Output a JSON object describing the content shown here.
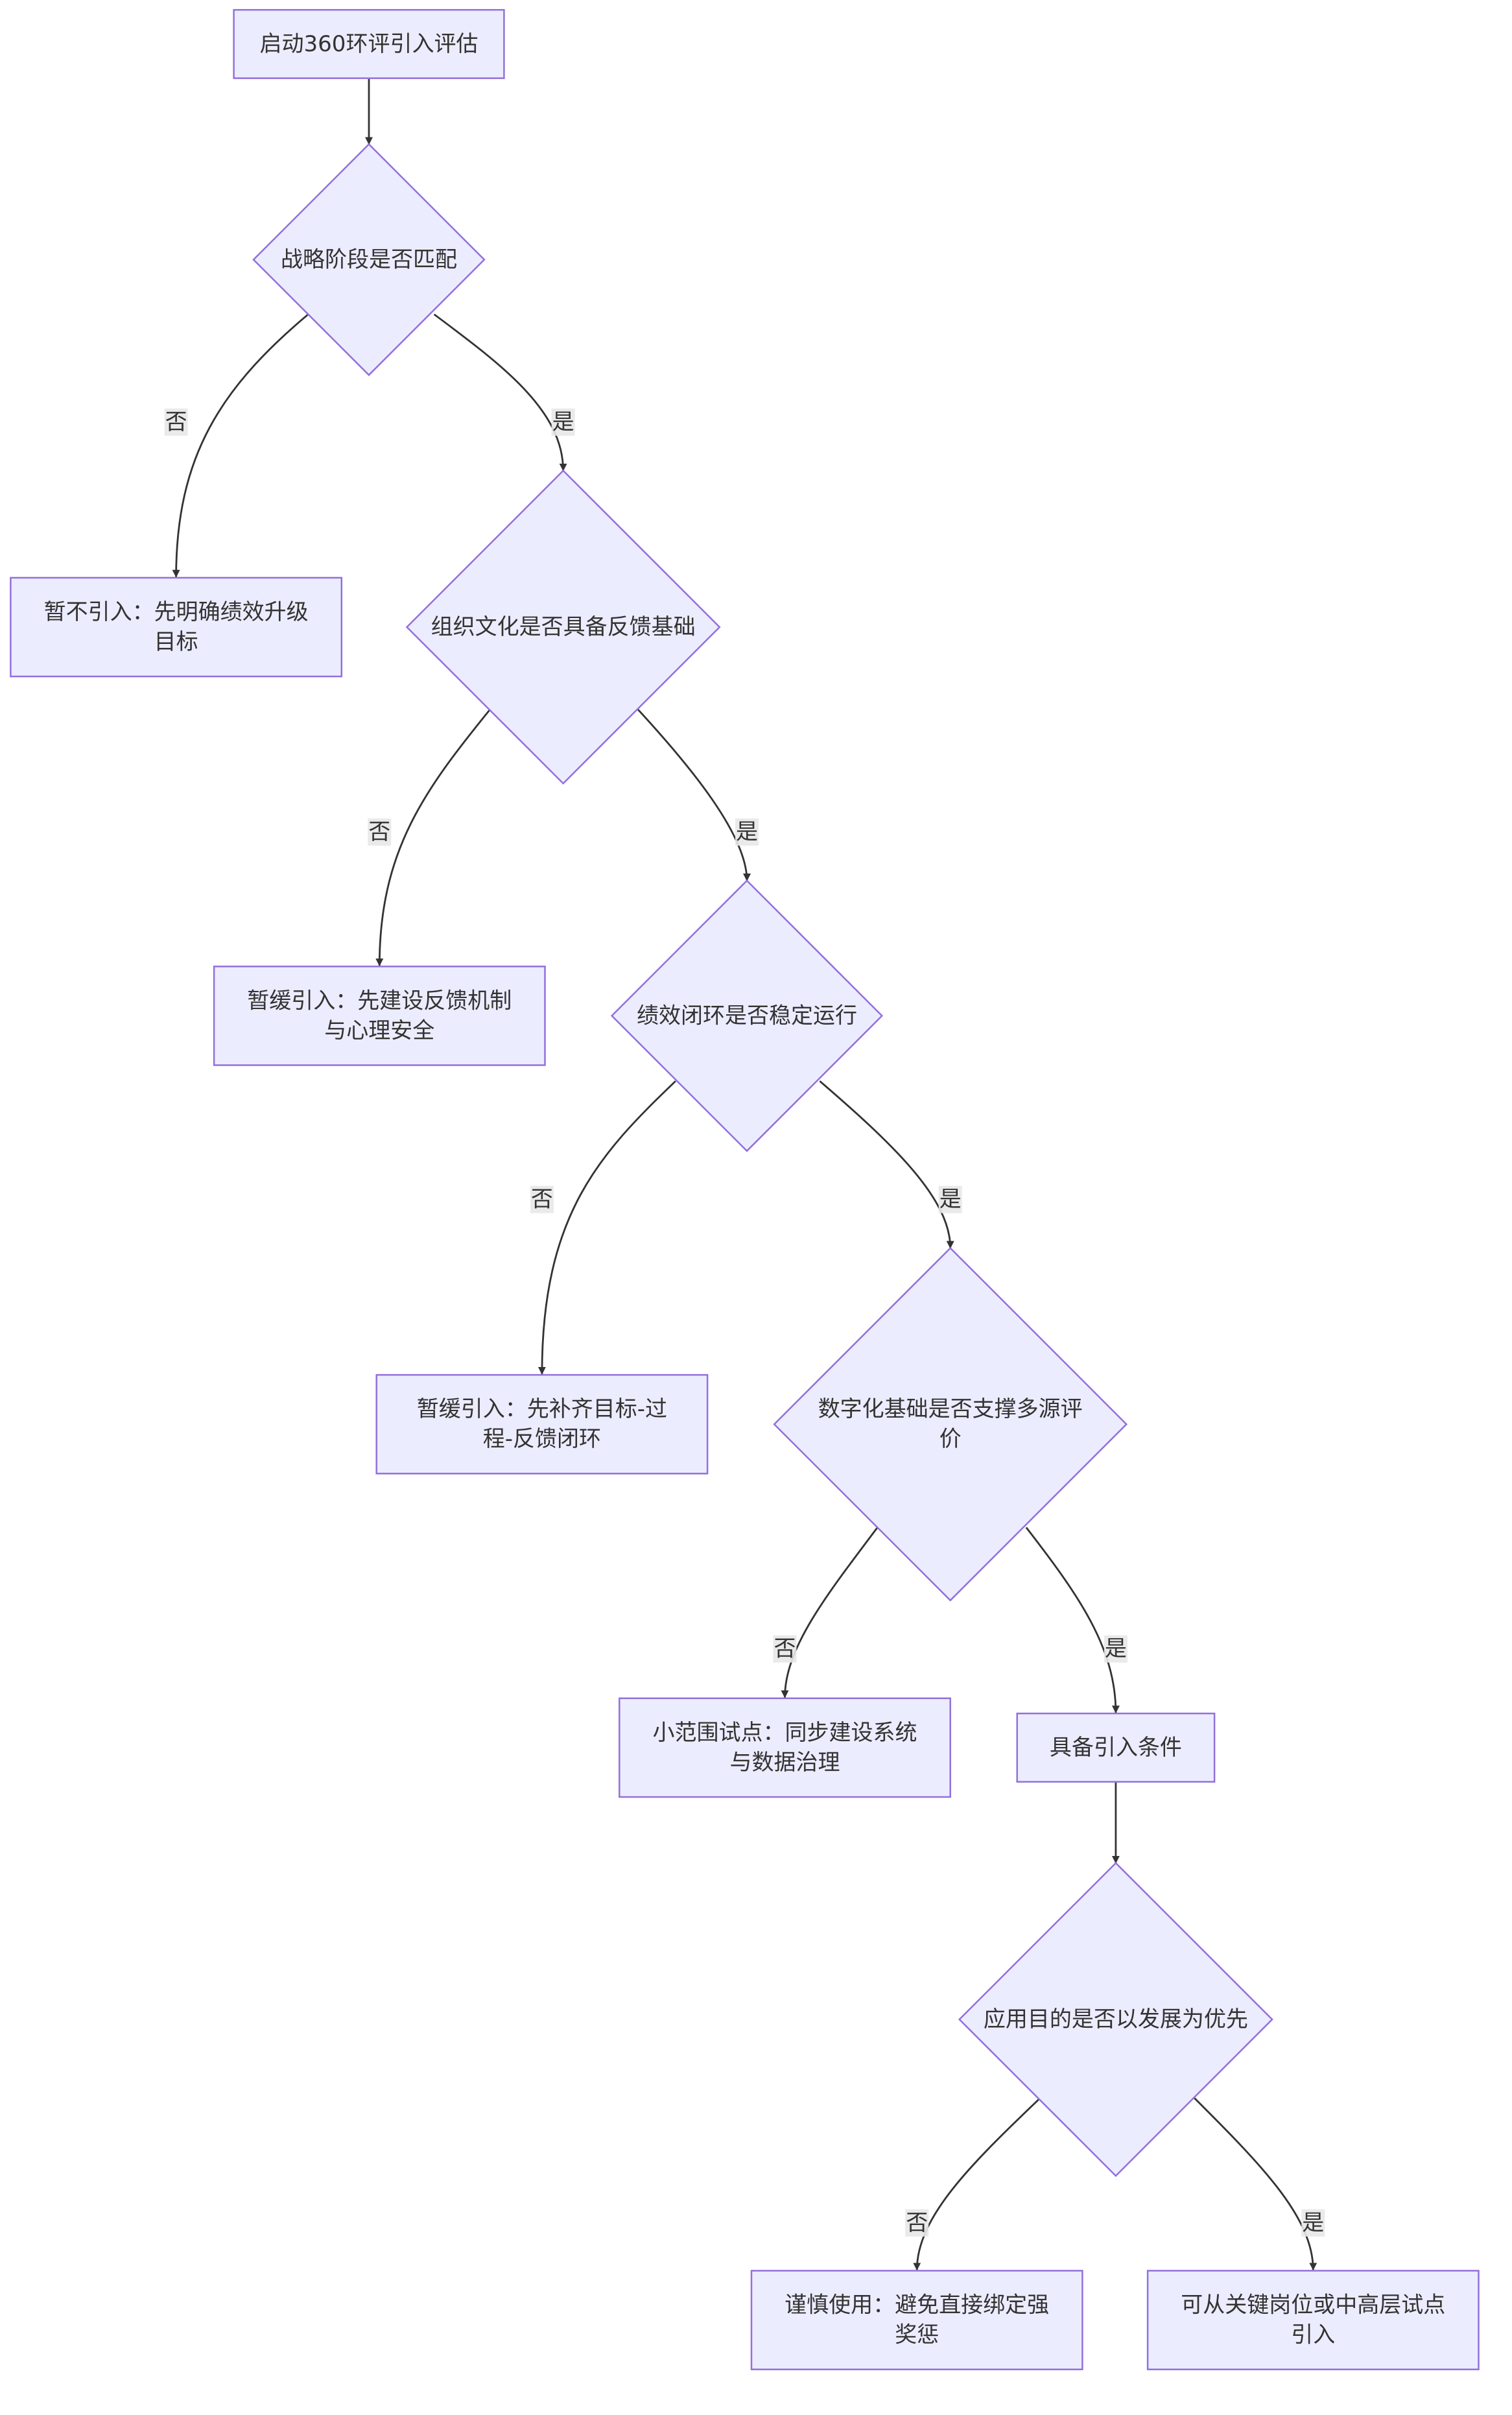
{
  "colors": {
    "node_fill": "#ECECFF",
    "node_stroke": "#9370DB",
    "edge": "#333333",
    "label_bg": "#E8E8E8",
    "text": "#333333"
  },
  "nodes": [
    {
      "id": "start",
      "shape": "rect",
      "label": "启动360环评引入评估"
    },
    {
      "id": "d1",
      "shape": "diamond",
      "label": "战略阶段是否匹配"
    },
    {
      "id": "n1",
      "shape": "rect",
      "label": "暂不引入：先明确绩效升级目标"
    },
    {
      "id": "d2",
      "shape": "diamond",
      "label": "组织文化是否具备反馈基础"
    },
    {
      "id": "n2",
      "shape": "rect",
      "label": "暂缓引入：先建设反馈机制与心理安全"
    },
    {
      "id": "d3",
      "shape": "diamond",
      "label": "绩效闭环是否稳定运行"
    },
    {
      "id": "n3",
      "shape": "rect",
      "label": "暂缓引入：先补齐目标-过程-反馈闭环"
    },
    {
      "id": "d4",
      "shape": "diamond",
      "label": "数字化基础是否支撑多源评价"
    },
    {
      "id": "n4",
      "shape": "rect",
      "label": "小范围试点：同步建设系统与数据治理"
    },
    {
      "id": "ready",
      "shape": "rect",
      "label": "具备引入条件"
    },
    {
      "id": "d5",
      "shape": "diamond",
      "label": "应用目的是否以发展为优先"
    },
    {
      "id": "n5",
      "shape": "rect",
      "label": "谨慎使用：避免直接绑定强奖惩"
    },
    {
      "id": "n6",
      "shape": "rect",
      "label": "可从关键岗位或中高层试点引入"
    }
  ],
  "edges": [
    {
      "from": "start",
      "to": "d1",
      "label": ""
    },
    {
      "from": "d1",
      "to": "n1",
      "label": "否"
    },
    {
      "from": "d1",
      "to": "d2",
      "label": "是"
    },
    {
      "from": "d2",
      "to": "n2",
      "label": "否"
    },
    {
      "from": "d2",
      "to": "d3",
      "label": "是"
    },
    {
      "from": "d3",
      "to": "n3",
      "label": "否"
    },
    {
      "from": "d3",
      "to": "d4",
      "label": "是"
    },
    {
      "from": "d4",
      "to": "n4",
      "label": "否"
    },
    {
      "from": "d4",
      "to": "ready",
      "label": "是"
    },
    {
      "from": "ready",
      "to": "d5",
      "label": ""
    },
    {
      "from": "d5",
      "to": "n5",
      "label": "否"
    },
    {
      "from": "d5",
      "to": "n6",
      "label": "是"
    }
  ]
}
